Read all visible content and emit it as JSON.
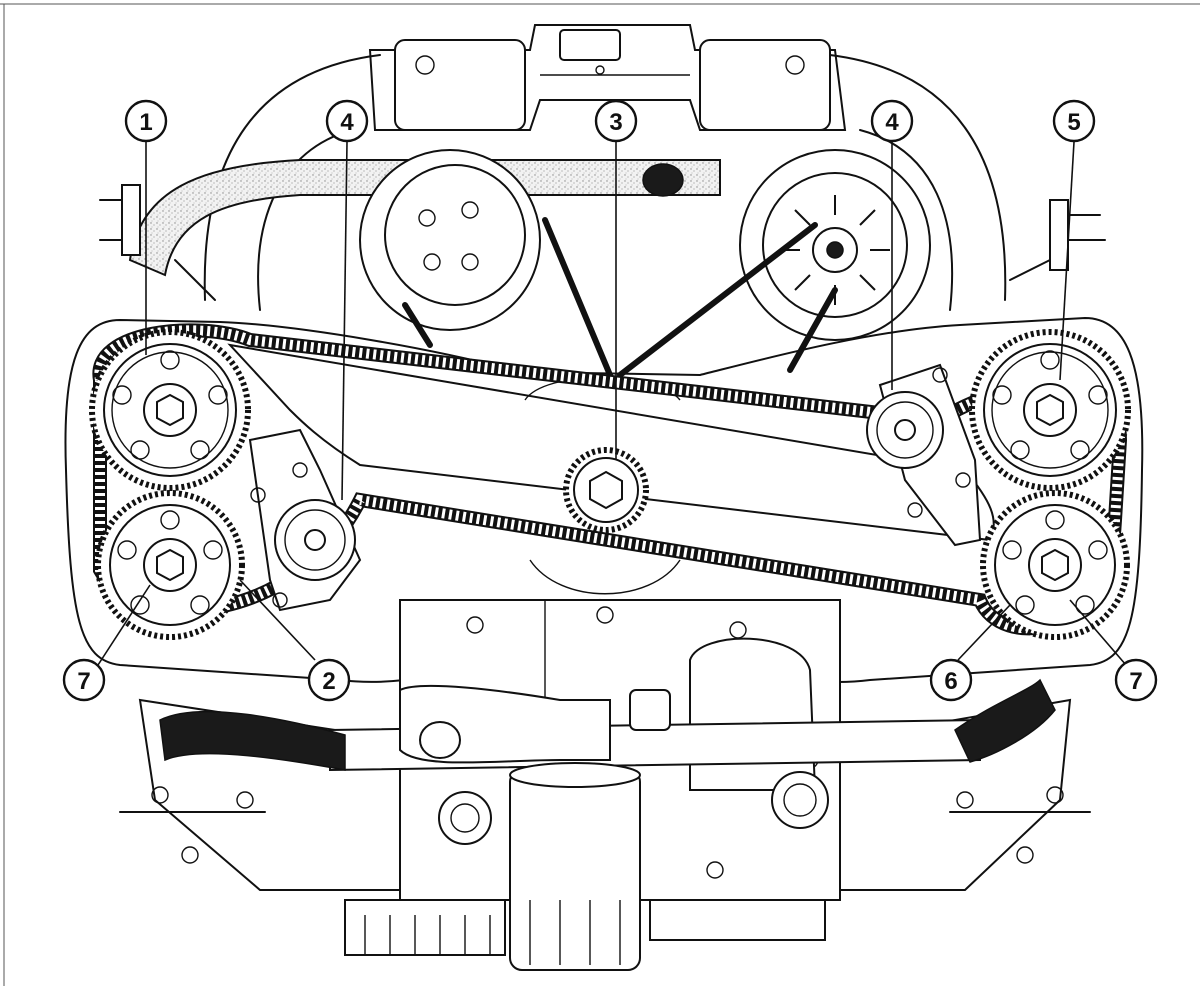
{
  "callouts": [
    {
      "id": "c1",
      "label": "1"
    },
    {
      "id": "c2",
      "label": "2"
    },
    {
      "id": "c3",
      "label": "3"
    },
    {
      "id": "c4a",
      "label": "4"
    },
    {
      "id": "c4b",
      "label": "4"
    },
    {
      "id": "c5",
      "label": "5"
    },
    {
      "id": "c6",
      "label": "6"
    },
    {
      "id": "c7a",
      "label": "7"
    },
    {
      "id": "c7b",
      "label": "7"
    }
  ],
  "colors": {
    "ink": "#111111",
    "paper": "#ffffff",
    "hose": "#1a1a1a"
  }
}
